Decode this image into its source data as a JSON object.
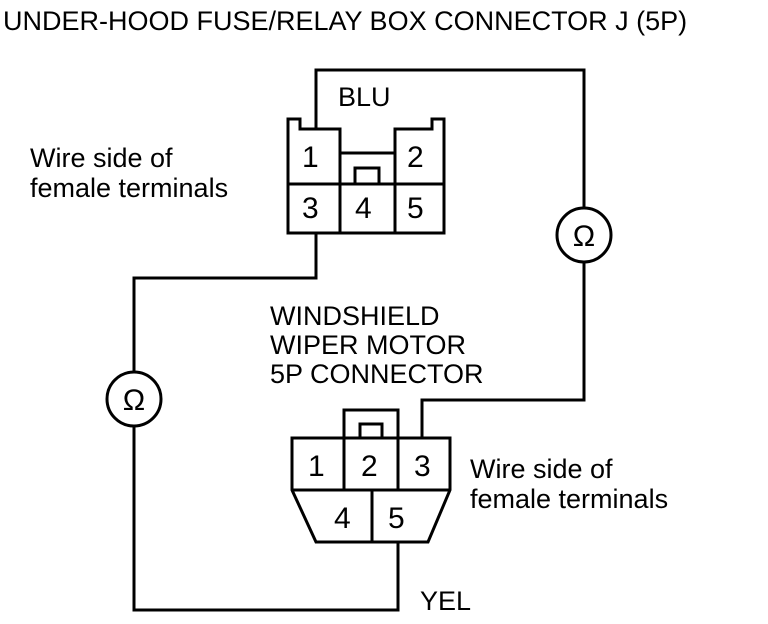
{
  "title": "UNDER-HOOD FUSE/RELAY BOX CONNECTOR J (5P)",
  "connector_j": {
    "wire_color": "BLU",
    "side_label_line1": "Wire side of",
    "side_label_line2": "female terminals",
    "pins": [
      "1",
      "2",
      "3",
      "4",
      "5"
    ]
  },
  "wiper_connector": {
    "name_line1": "WINDSHIELD",
    "name_line2": "WIPER MOTOR",
    "name_line3": "5P CONNECTOR",
    "side_label_line1": "Wire side of",
    "side_label_line2": "female terminals",
    "wire_color": "YEL",
    "pins": [
      "1",
      "2",
      "3",
      "4",
      "5"
    ]
  },
  "meters": {
    "left_symbol": "Ω",
    "right_symbol": "Ω"
  }
}
